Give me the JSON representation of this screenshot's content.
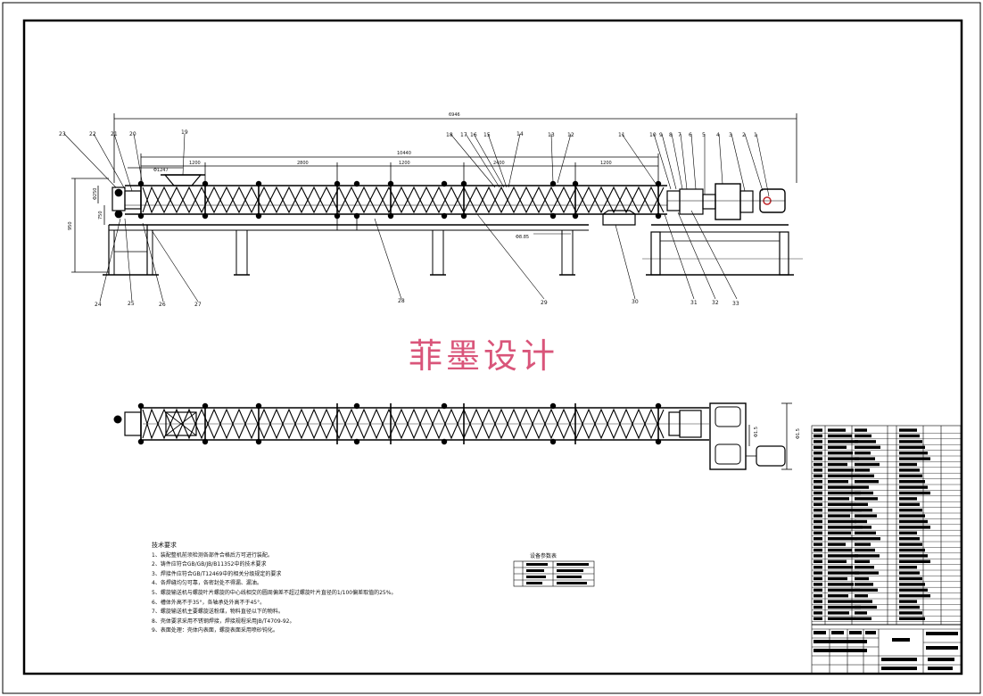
{
  "drawing": {
    "watermark": "菲墨设计",
    "dims": {
      "overall": "6946",
      "span_top": "10440",
      "seg1": "1200",
      "seg2": "2800",
      "seg3": "1200",
      "seg4": "2400",
      "seg5": "1200",
      "inlet": "Φ1247",
      "left_h1": "Φ250",
      "left_h2": "750",
      "height": "950",
      "mid": "Φ8.85",
      "plan_w": "Φ1.5",
      "plan_w2": "Φ1.5"
    },
    "callouts_top": [
      "23",
      "22",
      "21",
      "20",
      "19",
      "18",
      "17",
      "16",
      "15",
      "14",
      "13",
      "12",
      "11",
      "10",
      "9",
      "8",
      "7",
      "6",
      "5",
      "4",
      "3",
      "2",
      "1"
    ],
    "callouts_bottom": [
      "24",
      "25",
      "26",
      "27",
      "28",
      "29",
      "30",
      "31",
      "32",
      "33"
    ],
    "notes_title": "技术要求",
    "notes": [
      "1、装配整机前须检测各部件合格后方可进行装配。",
      "2、铸件应符合GB/GB/JB/B11352中的技术要求",
      "3、焊接件应符合GB/T12469中的相关分级规定的要求",
      "4、各焊缝均匀可靠，各密封处不得漏、漏油。",
      "5、螺旋输送机与螺旋叶片螺旋的中心线相交的圆周偏差不超过螺旋叶片直径的1/100偏差取值的25%。",
      "6、槽体外高不于35°，各轴承处外高不于45°。",
      "7、螺旋输送机主要螺旋送粉煤，物料直径以下的物料。",
      "8、壳体要求采用不锈钢焊接，焊接规程采用JB/T4709-92。",
      "9、表面处理：壳体内表面，螺旋表面采用喷砂钝化。"
    ],
    "params_title": "设备参数表"
  }
}
